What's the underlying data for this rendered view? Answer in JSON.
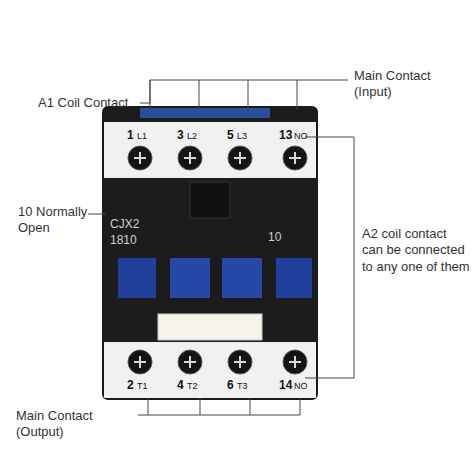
{
  "diagram": {
    "labels": [
      "A1 Coil Contact",
      "Main Contact (Input)",
      "10 Normally Open",
      "A2 coil contact can be connected to any one of them",
      "Main Contact (Output)",
      "1",
      "L1",
      "3",
      "L2",
      "5",
      "L3",
      "13",
      "NO",
      "CJX2",
      "1810",
      "10",
      "2",
      "T1",
      "4",
      "T2",
      "6",
      "T3",
      "14",
      "NO"
    ]
  }
}
